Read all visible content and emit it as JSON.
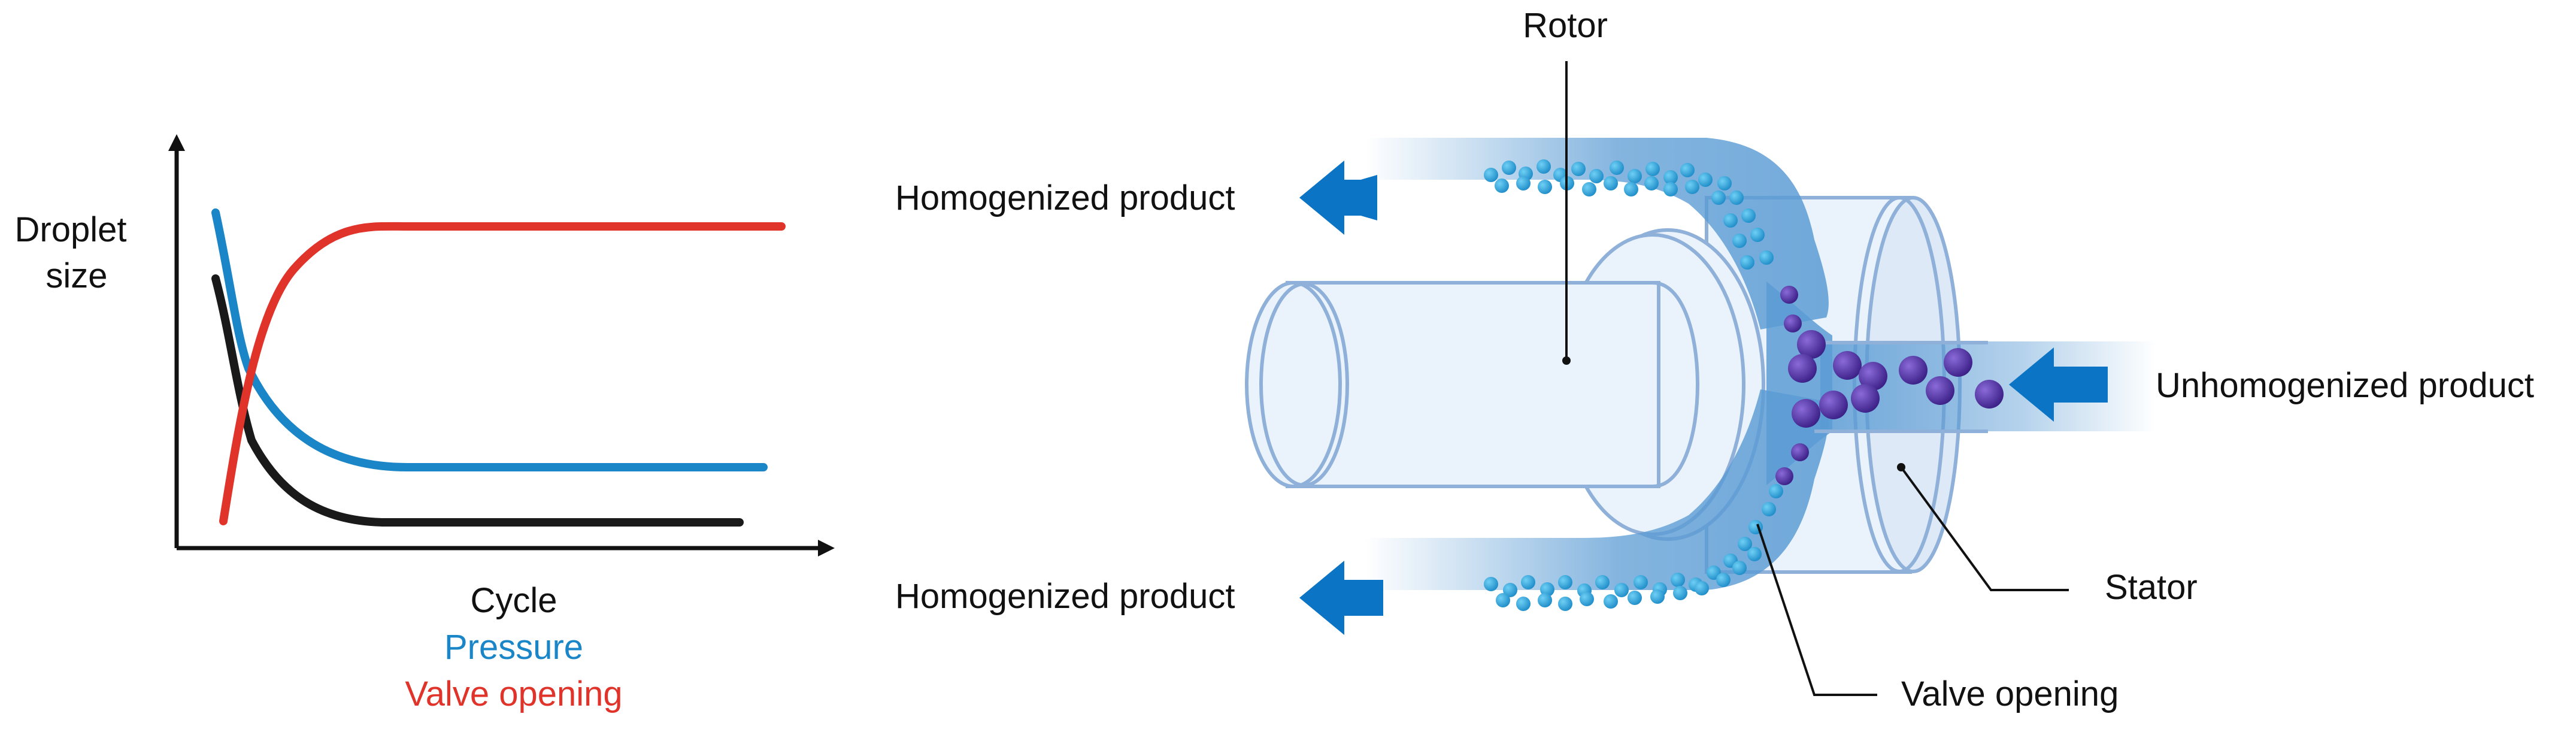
{
  "chart": {
    "y_label_line1": "Droplet",
    "y_label_line2": "size",
    "x_label": "Cycle",
    "legend": [
      {
        "label": "Pressure",
        "color": "#1a86c8"
      },
      {
        "label": "Valve opening",
        "color": "#e0342b"
      }
    ]
  },
  "chart_data": {
    "type": "line",
    "xlabel": "Cycle",
    "ylabel": "Droplet size",
    "axis_ticks": "none",
    "series": [
      {
        "name": "Pressure",
        "color": "#1a86c8",
        "shape": "rapid decrease, then plateau"
      },
      {
        "name": "Valve opening",
        "color": "#e0342b",
        "shape": "rapid increase, then plateau"
      },
      {
        "color": "#1a1a1a",
        "shape": "rapid decrease, then lower plateau"
      }
    ]
  },
  "diagram": {
    "labels": {
      "rotor": "Rotor",
      "homogenized_top": "Homogenized product",
      "homogenized_bottom": "Homogenized product",
      "unhomogenized": "Unhomogenized product",
      "stator": "Stator",
      "valve_opening": "Valve opening"
    },
    "colors": {
      "arrow": "#0b74c4",
      "flow": "#5a9bd4",
      "small_droplet": "#1e9ad6",
      "large_droplet": "#4a2a9a",
      "part_fill": "#eaf3fb",
      "part_stroke": "#8fb0d8"
    }
  }
}
